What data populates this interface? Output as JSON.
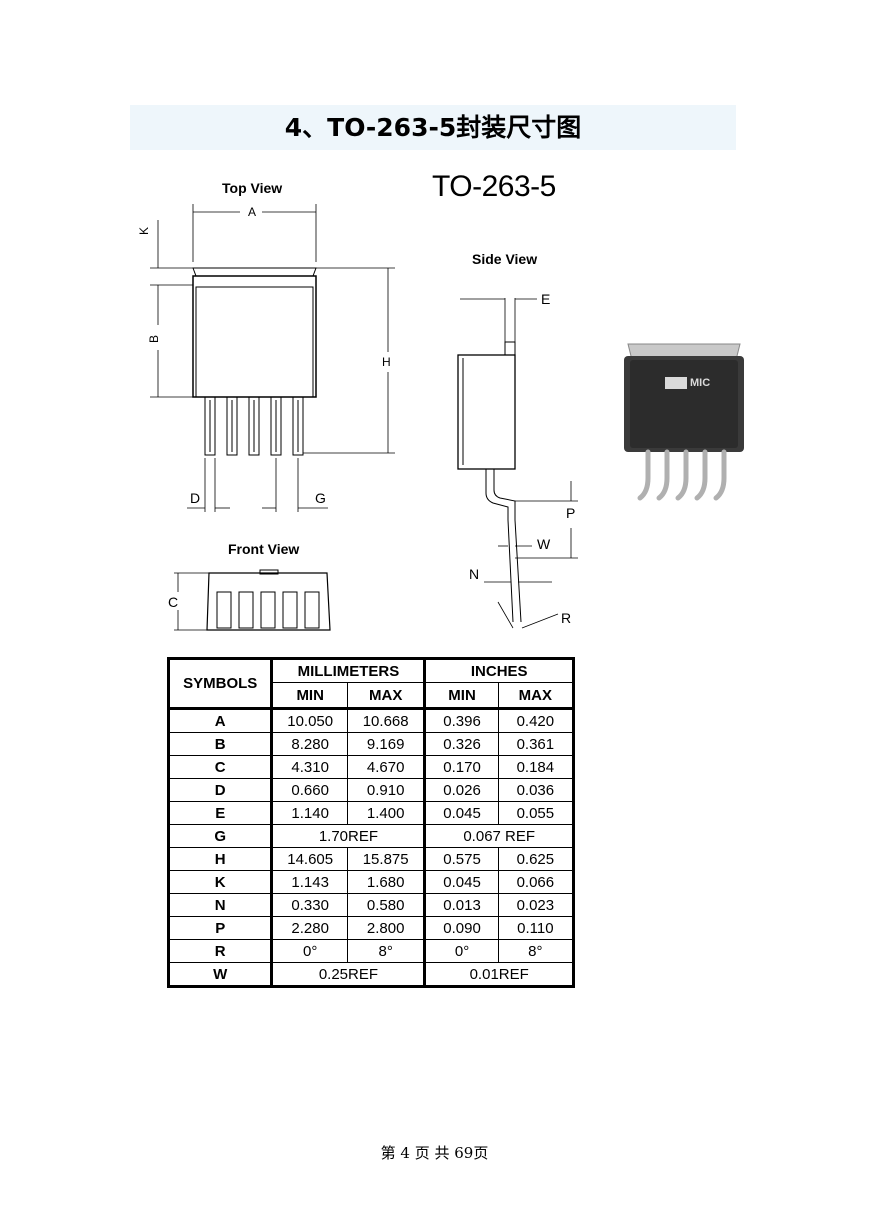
{
  "heading": "4、TO-263-5封装尺寸图",
  "package_title": "TO-263-5",
  "views": {
    "top": "Top View",
    "side": "Side View",
    "front": "Front View"
  },
  "dim_labels": {
    "A": "A",
    "B": "B",
    "C": "C",
    "D": "D",
    "E": "E",
    "G": "G",
    "H": "H",
    "K": "K",
    "N": "N",
    "P": "P",
    "R": "R",
    "W": "W"
  },
  "chip_marking": "MIC",
  "table": {
    "symbols_header": "SYMBOLS",
    "mm_header": "MILLIMETERS",
    "in_header": "INCHES",
    "min_label": "MIN",
    "max_label": "MAX",
    "rows": [
      {
        "sym": "A",
        "mm_min": "10.050",
        "mm_max": "10.668",
        "in_min": "0.396",
        "in_max": "0.420"
      },
      {
        "sym": "B",
        "mm_min": "8.280",
        "mm_max": "9.169",
        "in_min": "0.326",
        "in_max": "0.361"
      },
      {
        "sym": "C",
        "mm_min": "4.310",
        "mm_max": "4.670",
        "in_min": "0.170",
        "in_max": "0.184"
      },
      {
        "sym": "D",
        "mm_min": "0.660",
        "mm_max": "0.910",
        "in_min": "0.026",
        "in_max": "0.036"
      },
      {
        "sym": "E",
        "mm_min": "1.140",
        "mm_max": "1.400",
        "in_min": "0.045",
        "in_max": "0.055"
      },
      {
        "sym": "G",
        "mm_ref": "1.70REF",
        "in_ref": "0.067 REF"
      },
      {
        "sym": "H",
        "mm_min": "14.605",
        "mm_max": "15.875",
        "in_min": "0.575",
        "in_max": "0.625"
      },
      {
        "sym": "K",
        "mm_min": "1.143",
        "mm_max": "1.680",
        "in_min": "0.045",
        "in_max": "0.066"
      },
      {
        "sym": "N",
        "mm_min": "0.330",
        "mm_max": "0.580",
        "in_min": "0.013",
        "in_max": "0.023"
      },
      {
        "sym": "P",
        "mm_min": "2.280",
        "mm_max": "2.800",
        "in_min": "0.090",
        "in_max": "0.110"
      },
      {
        "sym": "R",
        "mm_min": "0°",
        "mm_max": "8°",
        "in_min": "0°",
        "in_max": "8°"
      },
      {
        "sym": "W",
        "mm_ref": "0.25REF",
        "in_ref": "0.01REF"
      }
    ]
  },
  "footer": "第 4 页 共 69页"
}
